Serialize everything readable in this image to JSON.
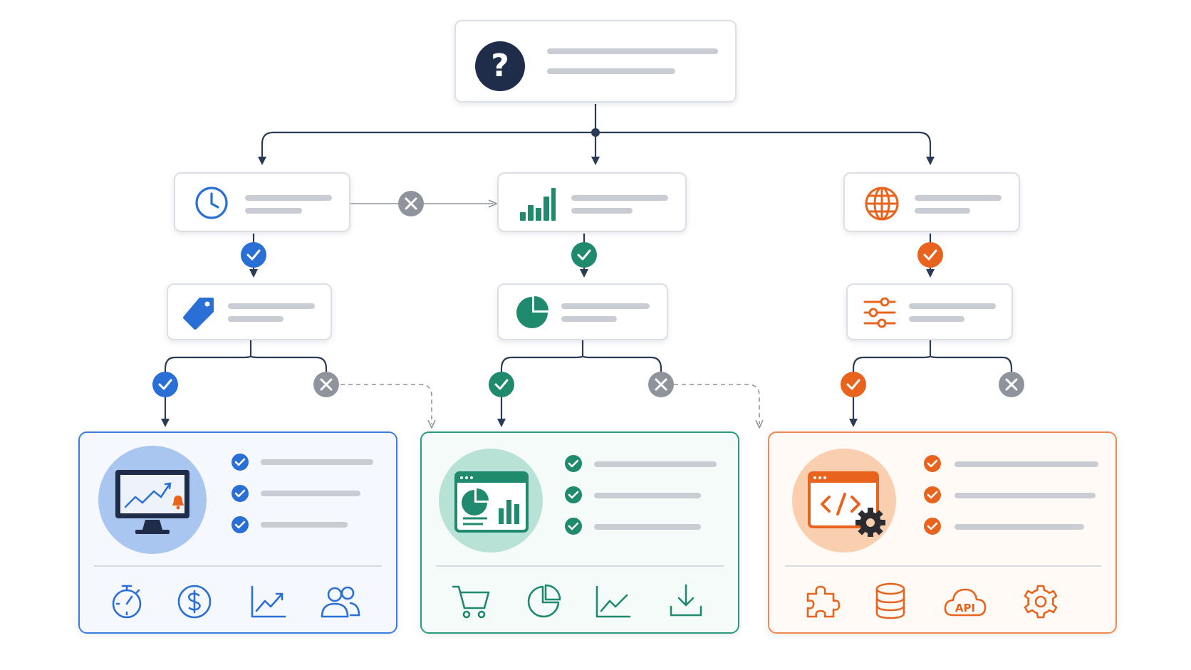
{
  "colors": {
    "connector": "#2b3a55",
    "muted": "#8f949c",
    "placeholder": "#c9ccd3",
    "blue": "#2a6fd6",
    "teal": "#1f8a6e",
    "orange": "#e8641e",
    "navy": "#1f2d4a"
  },
  "root": {
    "icon": "question-icon",
    "glyph": "?"
  },
  "branches": [
    {
      "key": "blue",
      "level1_icon": "clock-icon",
      "level2_icon": "tag-icon"
    },
    {
      "key": "teal",
      "level1_icon": "bar-chart-icon",
      "level2_icon": "pie-chart-icon"
    },
    {
      "key": "orange",
      "level1_icon": "globe-icon",
      "level2_icon": "sliders-icon"
    }
  ],
  "panels": [
    {
      "key": "blue",
      "hero_icon": "monitor-trend-alert-icon",
      "rows": 3,
      "bottom_icons": [
        "stopwatch-icon",
        "dollar-icon",
        "line-chart-icon",
        "users-icon"
      ]
    },
    {
      "key": "teal",
      "hero_icon": "dashboard-window-icon",
      "rows": 3,
      "bottom_icons": [
        "cart-icon",
        "pie-chart-icon",
        "line-chart-icon",
        "download-icon"
      ]
    },
    {
      "key": "orange",
      "hero_icon": "code-window-gear-icon",
      "rows": 3,
      "bottom_icons": [
        "puzzle-icon",
        "database-icon",
        "api-cloud-icon",
        "gear-icon"
      ],
      "api_label": "API"
    }
  ]
}
